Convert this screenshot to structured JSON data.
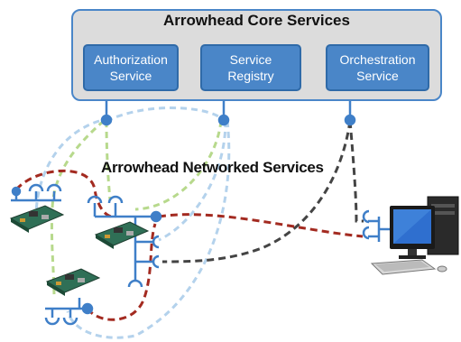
{
  "core": {
    "title": "Arrowhead Core Services",
    "services": [
      {
        "label": "Authorization\nService"
      },
      {
        "label": "Service\nRegistry"
      },
      {
        "label": "Orchestration\nService"
      }
    ]
  },
  "network": {
    "title": "Arrowhead Networked Services"
  },
  "colors": {
    "core_border": "#4a86c8",
    "service_fill": "#4a86c8",
    "connector": "#3f7fc8",
    "line_red": "#a32a20",
    "line_green": "#b7d98c",
    "line_lightblue": "#b4d2ec",
    "line_dark": "#444444"
  },
  "icons": [
    "embedded-board-icon",
    "desktop-computer-icon"
  ]
}
